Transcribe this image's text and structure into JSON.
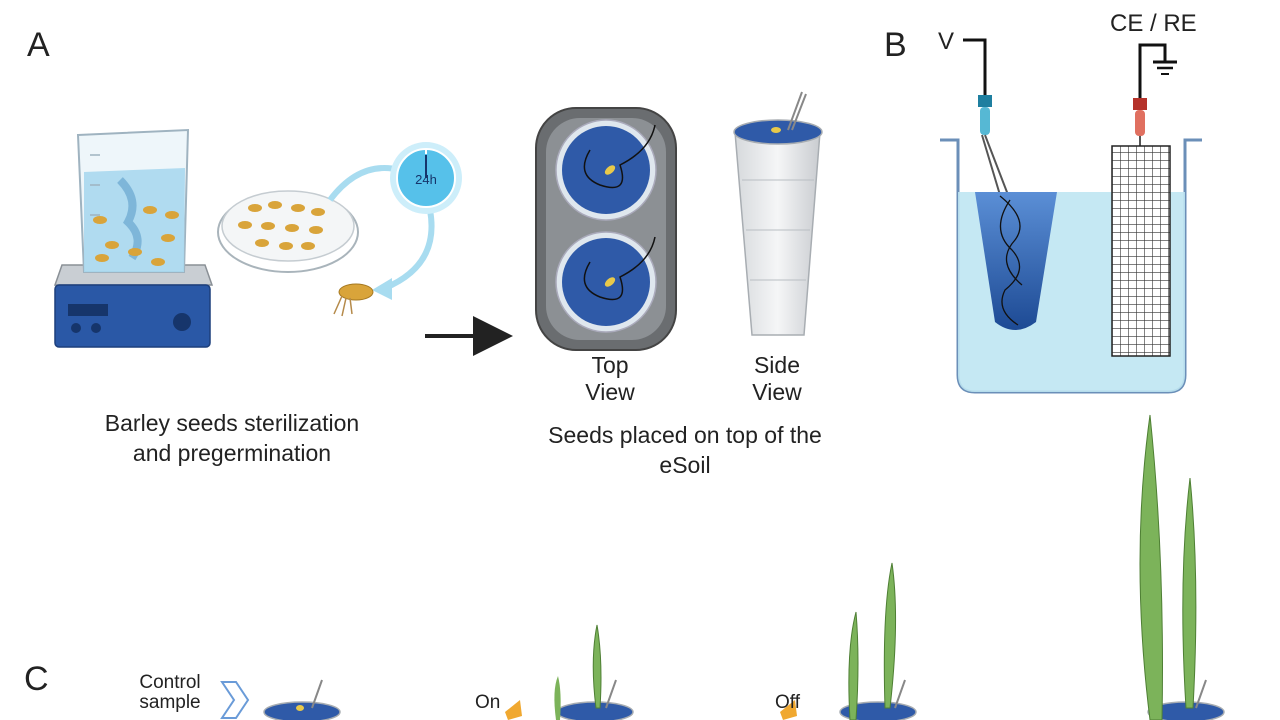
{
  "panels": {
    "a": {
      "letter": "A",
      "timer_label": "24h",
      "caption_sterilization_line1": "Barley seeds sterilization",
      "caption_sterilization_line2": "and pregermination",
      "top_view_line1": "Top",
      "top_view_line2": "View",
      "side_view_line1": "Side",
      "side_view_line2": "View",
      "caption_placed_line1": "Seeds placed on top of the",
      "caption_placed_line2": "eSoil"
    },
    "b": {
      "letter": "B",
      "voltage_label": "V",
      "counter_ref_label": "CE / RE"
    },
    "c": {
      "letter": "C",
      "control_line1": "Control",
      "control_line2": "sample",
      "on_label": "On",
      "off_label": "Off"
    }
  },
  "colors": {
    "esoil_blue": "#2f5aa8",
    "water": "#bfe6f2",
    "hotplate": "#2a58a6",
    "seed": "#d9a43a",
    "leaf": "#7cb35a",
    "timer": "#56c1ea",
    "arrow": "#222222"
  }
}
